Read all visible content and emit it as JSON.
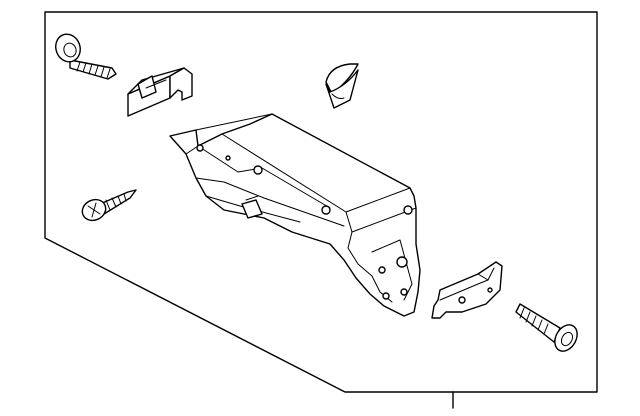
{
  "diagram": {
    "kind": "exploded parts diagram",
    "line_color": "#000000",
    "background_color": "#ffffff",
    "parts": [
      {
        "name": "panel-bolt-upper-left"
      },
      {
        "name": "retainer-clip"
      },
      {
        "name": "cap-plug"
      },
      {
        "name": "glove-box-housing"
      },
      {
        "name": "tapping-screw-left"
      },
      {
        "name": "hinge-bracket"
      },
      {
        "name": "panel-bolt-lower-right"
      }
    ]
  }
}
